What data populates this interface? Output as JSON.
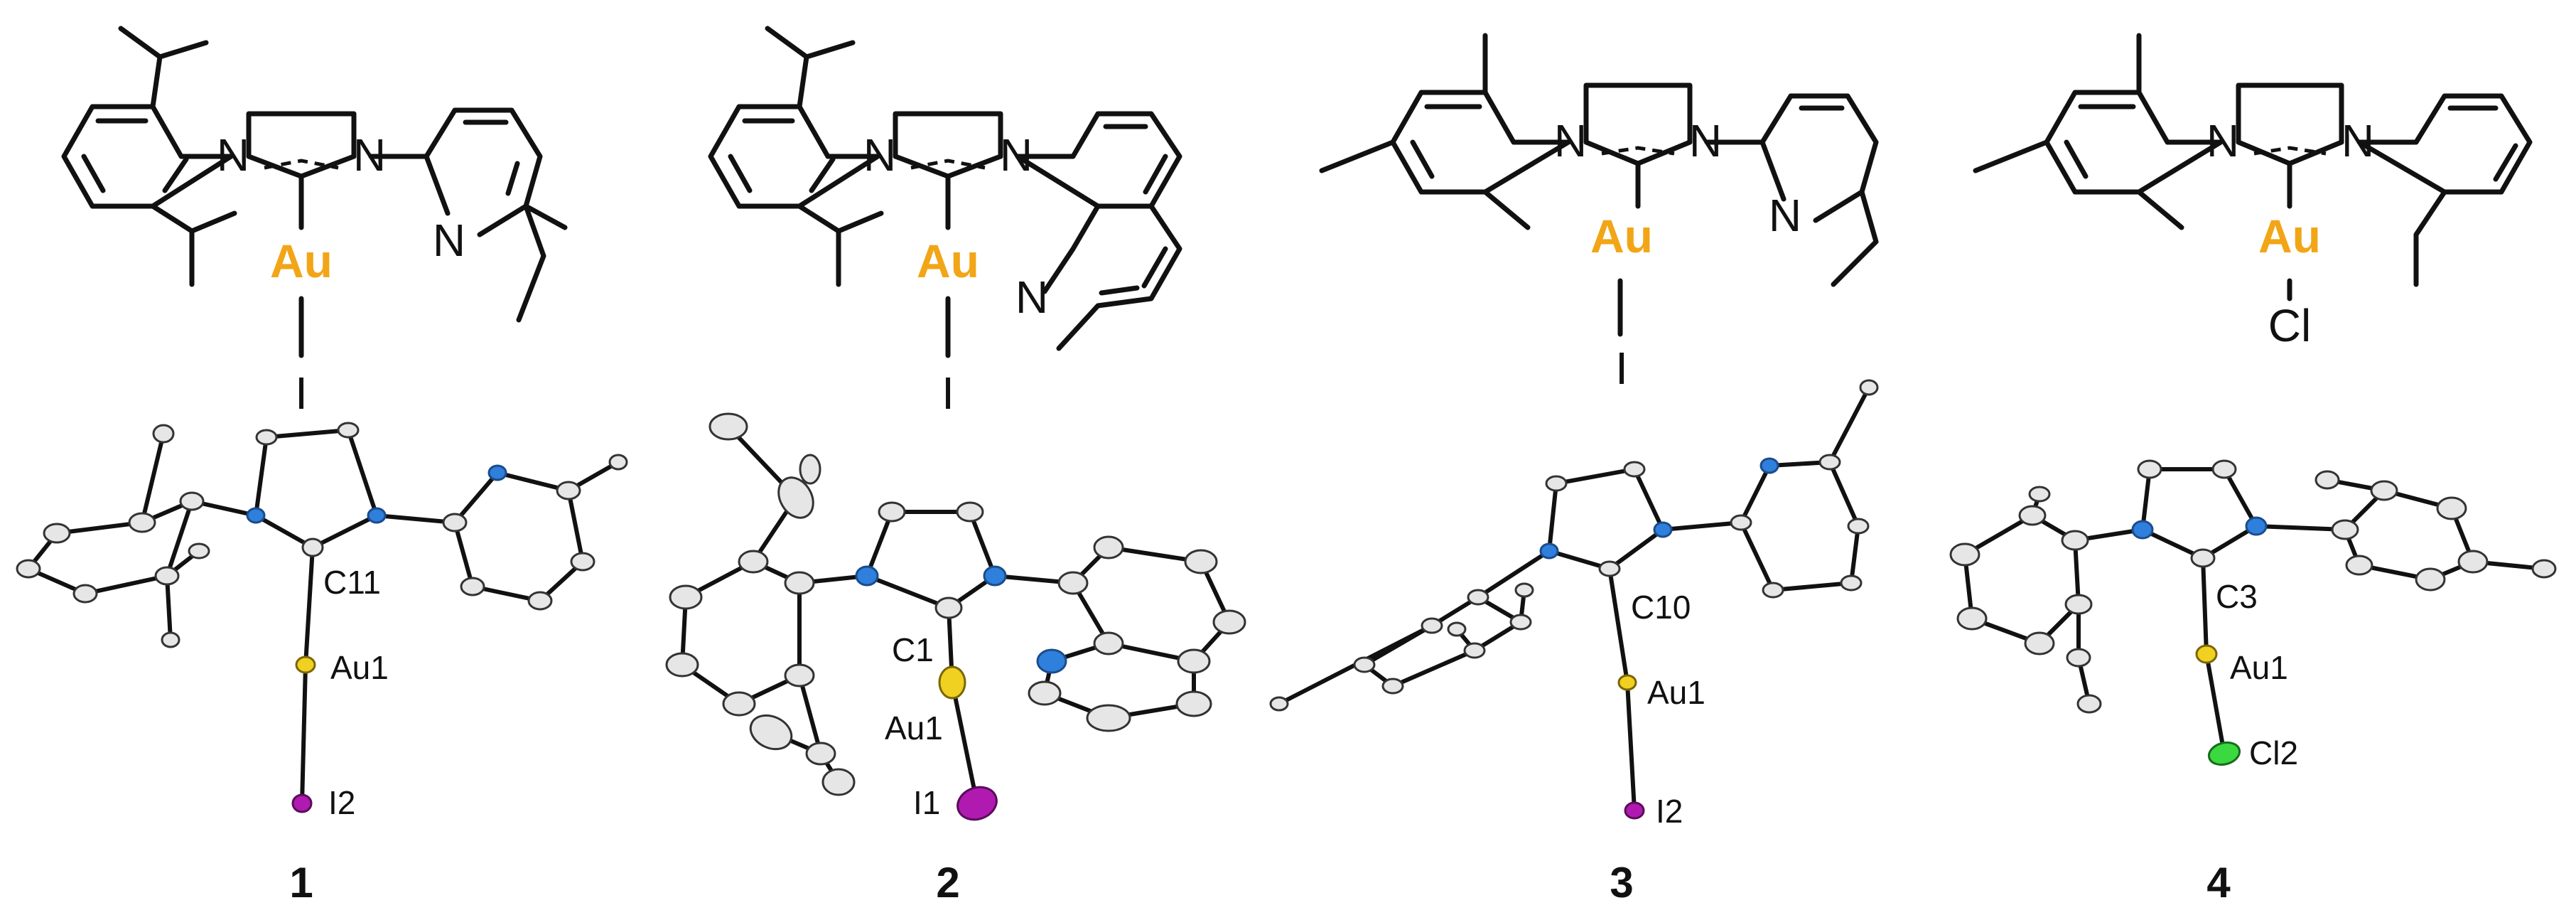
{
  "atoms": {
    "N": "N",
    "Au": "Au",
    "I": "I",
    "Cl": "Cl"
  },
  "compounds": [
    {
      "label": "1",
      "atom_labels": [
        "C11",
        "Au1",
        "I2"
      ]
    },
    {
      "label": "2",
      "atom_labels": [
        "C1",
        "Au1",
        "I1"
      ]
    },
    {
      "label": "3",
      "atom_labels": [
        "C10",
        "Au1",
        "I2"
      ]
    },
    {
      "label": "4",
      "atom_labels": [
        "C3",
        "Au1",
        "Cl2"
      ]
    }
  ],
  "colors": {
    "gold_text": "#F2A516",
    "nitrogen": "#2f7fdc",
    "gold_atom": "#f0d020",
    "iodine": "#b01ab0",
    "chlorine": "#39d93f",
    "carbon": "#e6e6e6"
  }
}
